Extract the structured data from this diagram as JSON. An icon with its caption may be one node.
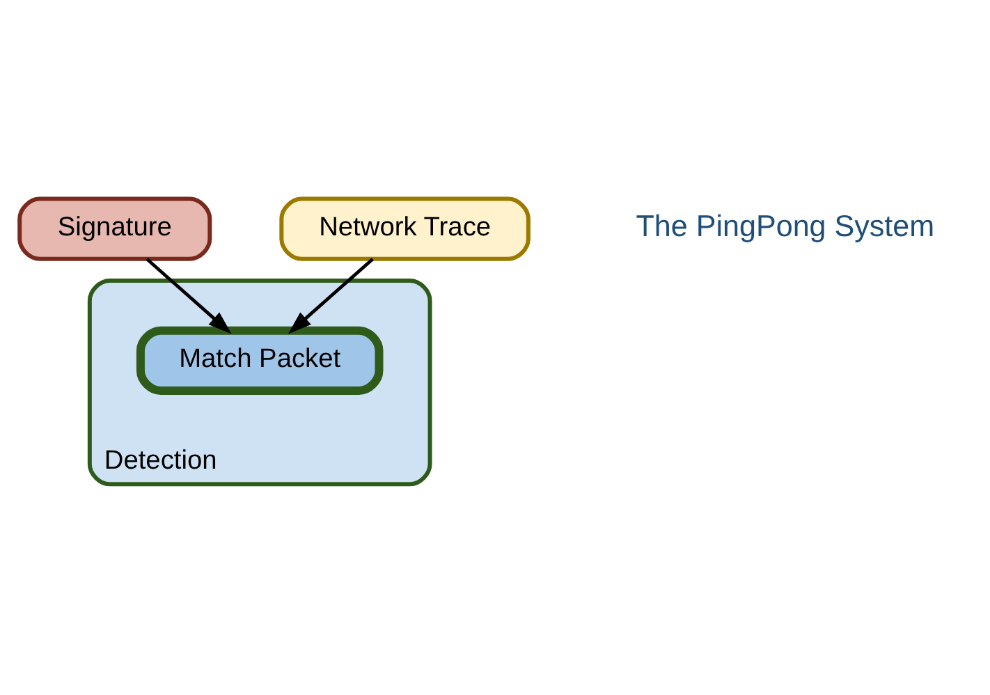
{
  "diagram": {
    "nodes": [
      {
        "text": [
          "Signature"
        ]
      },
      {
        "text": [
          "Network Trace"
        ]
      },
      {
        "text": [
          "Detection"
        ]
      },
      {
        "text": [
          "Match Packet"
        ],
        "in": 2
      }
    ],
    "edges": [
      {
        "from": 0,
        "to": 3,
        "arrow": "to"
      },
      {
        "from": 1,
        "to": 3,
        "arrow": "to"
      }
    ],
    "labels": [
      "The PingPong System"
    ]
  }
}
